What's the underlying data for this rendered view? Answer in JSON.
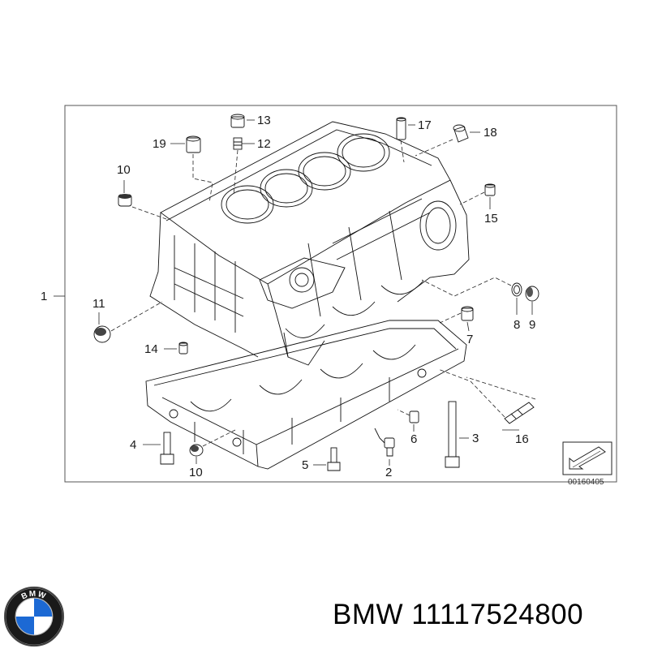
{
  "diagram": {
    "callouts": {
      "c1": "1",
      "c2": "2",
      "c3": "3",
      "c4": "4",
      "c5": "5",
      "c6": "6",
      "c7": "7",
      "c8": "8",
      "c9": "9",
      "c10a": "10",
      "c10b": "10",
      "c11": "11",
      "c12": "12",
      "c13": "13",
      "c14": "14",
      "c15": "15",
      "c16": "16",
      "c17": "17",
      "c18": "18",
      "c19": "19"
    },
    "doc_number": "00160405"
  },
  "logo": {
    "top_letters": "BMW",
    "colors": {
      "ring": "#1a1a1a",
      "blue": "#1c69d4",
      "white": "#ffffff"
    }
  },
  "caption": {
    "brand": "BMW",
    "part_number": "11117524800"
  }
}
